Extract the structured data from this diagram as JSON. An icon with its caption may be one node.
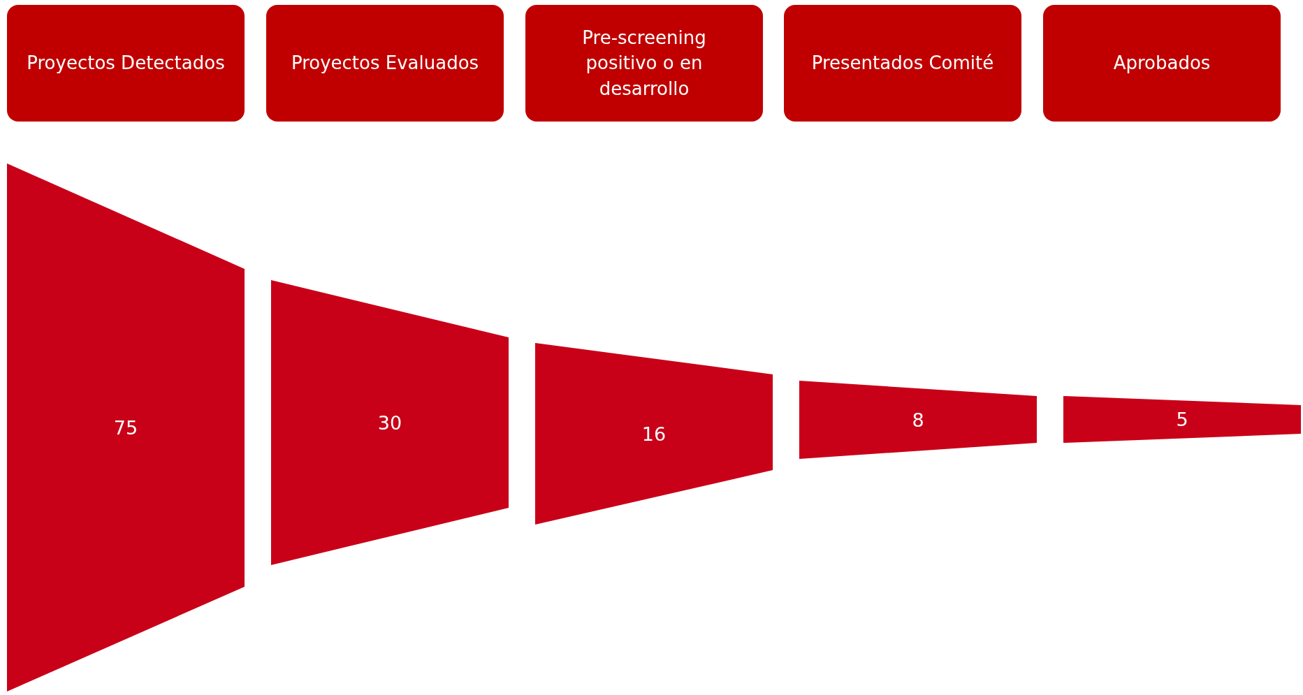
{
  "diagram": {
    "nodes": [
      {
        "text": [
          "Proyectos Detectados"
        ]
      },
      {
        "text": [
          "Proyectos Evaluados"
        ]
      },
      {
        "text": [
          "Pre-screening positivo o en desarrollo"
        ]
      },
      {
        "text": [
          "Presentados Comité"
        ]
      },
      {
        "text": [
          "Aprobados"
        ]
      },
      {
        "text": [
          "75"
        ]
      },
      {
        "text": [
          "30"
        ]
      },
      {
        "text": [
          "16"
        ]
      },
      {
        "text": [
          "8"
        ]
      },
      {
        "text": [
          "5"
        ]
      }
    ]
  }
}
